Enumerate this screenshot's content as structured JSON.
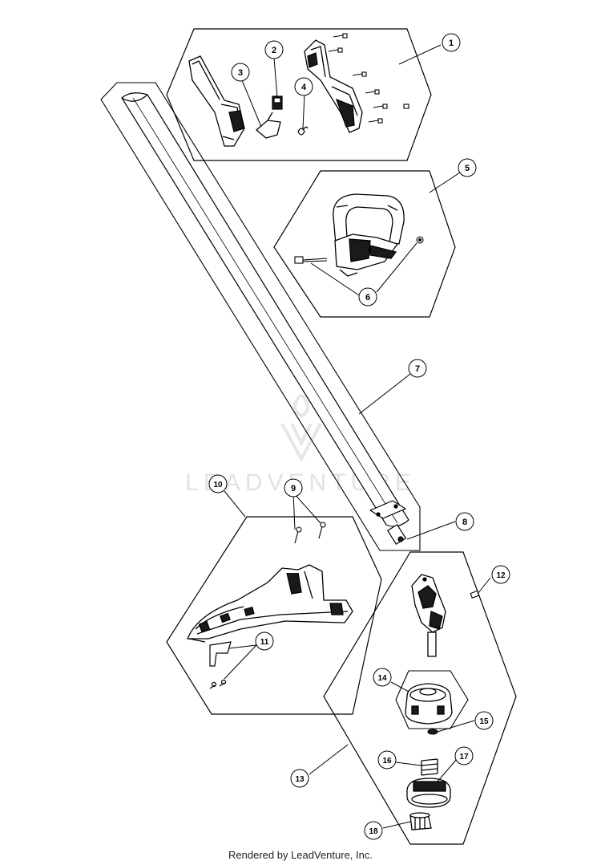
{
  "watermark": "LEADVENTURE",
  "footer": "Rendered by LeadVenture, Inc.",
  "callouts": [
    "1",
    "2",
    "3",
    "4",
    "5",
    "6",
    "7",
    "8",
    "9",
    "10",
    "11",
    "12",
    "13",
    "14",
    "15",
    "16",
    "17",
    "18"
  ],
  "colors": {
    "line": "#000000",
    "part_fill": "#ffffff",
    "part_dark": "#1a1a1a",
    "watermark": "#e2e2e2"
  }
}
